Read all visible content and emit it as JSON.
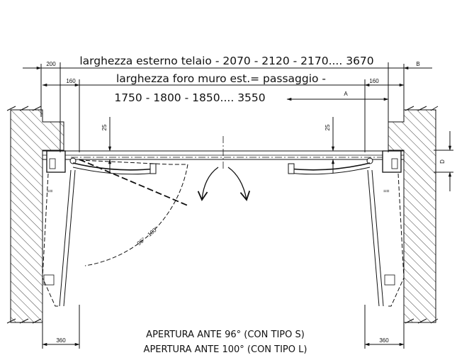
{
  "dimensions": {
    "outer_frame_width": "larghezza esterno telaio - 2070 - 2120 - 2170.... 3670",
    "wall_opening_line1": "larghezza foro muro est.= passaggio -",
    "wall_opening_line2": "1750 - 1800 - 1850.... 3550",
    "left_offset": "200",
    "left_frame": "160",
    "right_frame": "160",
    "marker_a": "A",
    "marker_b": "B",
    "marker_d": "D",
    "left_height": "25",
    "right_height": "25",
    "angle_range": "96° - 100°",
    "left_depth": "360",
    "right_depth": "360"
  },
  "caption": {
    "line1": "APERTURA ANTE 96° (CON TIPO S)",
    "line2": "APERTURA ANTE 100° (CON TIPO L)"
  }
}
